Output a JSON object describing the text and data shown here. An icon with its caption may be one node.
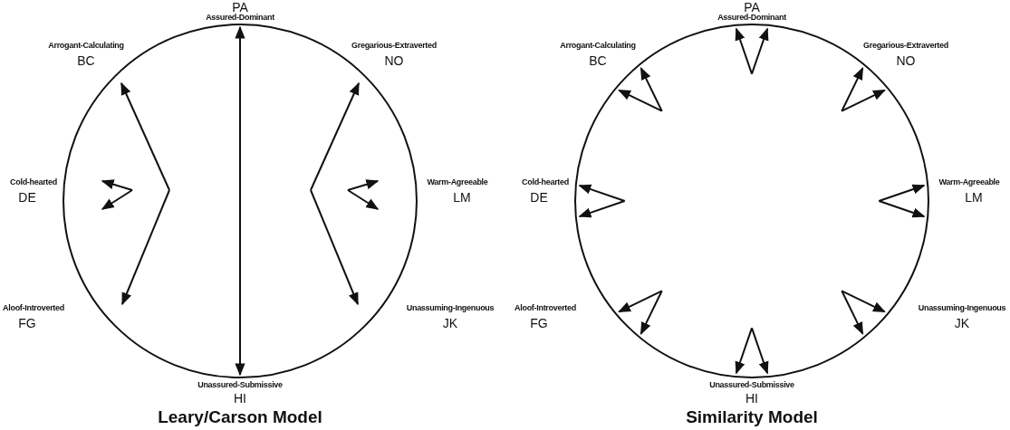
{
  "diagram": {
    "labels": [
      "PA",
      "Assured-Dominant",
      "Arrogant-Calculating",
      "BC",
      "Gregarious-Extraverted",
      "NO",
      "Cold-hearted",
      "DE",
      "Warm-Agreeable",
      "LM",
      "Aloof-Introverted",
      "FG",
      "Unassuming-Ingenuous",
      "JK",
      "Unassured-Submissive",
      "HI",
      "Leary/Carson Model",
      "PA",
      "Assured-Dominant",
      "Arrogant-Calculating",
      "BC",
      "Gregarious-Extraverted",
      "NO",
      "Cold-hearted",
      "DE",
      "Warm-Agreeable",
      "LM",
      "Aloof-Introverted",
      "FG",
      "Unassuming-Ingenuous",
      "JK",
      "Unassured-Submissive",
      "HI",
      "Similarity Model"
    ]
  }
}
